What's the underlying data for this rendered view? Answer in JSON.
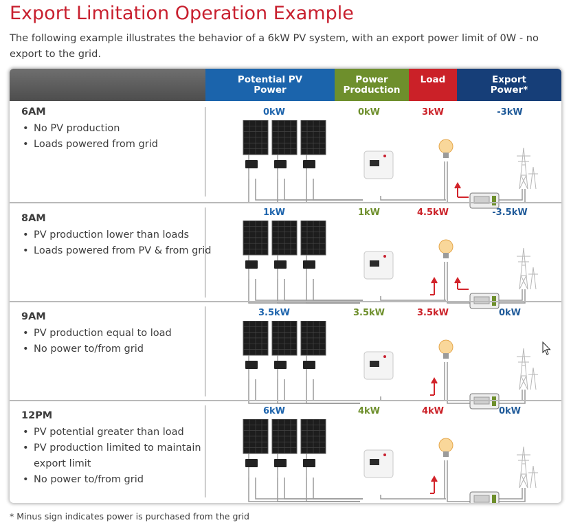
{
  "title": "Export Limitation Operation Example",
  "intro": "The following example illustrates the behavior of a 6kW PV system, with an export power limit of 0W - no export to the grid.",
  "headers": {
    "pv": [
      "Potential PV",
      "Power"
    ],
    "production": [
      "Power",
      "Production"
    ],
    "load": [
      "Load"
    ],
    "export": [
      "Export",
      "Power*"
    ]
  },
  "rows": [
    {
      "time": "6AM",
      "bullets": [
        "No PV production",
        "Loads powered from grid"
      ],
      "pv": "0kW",
      "production": "0kW",
      "load": "3kW",
      "export": "-3kW"
    },
    {
      "time": "8AM",
      "bullets": [
        "PV production lower than loads",
        "Loads powered from PV & from grid"
      ],
      "pv": "1kW",
      "production": "1kW",
      "load": "4.5kW",
      "export": "-3.5kW"
    },
    {
      "time": "9AM",
      "bullets": [
        "PV production equal to load",
        "No power to/from grid"
      ],
      "pv": "3.5kW",
      "production": "3.5kW",
      "load": "3.5kW",
      "export": "0kW"
    },
    {
      "time": "12PM",
      "bullets": [
        "PV potential greater than load",
        "PV production limited to maintain export limit",
        "No power to/from grid"
      ],
      "pv": "6kW",
      "production": "4kW",
      "load": "4kW",
      "export": "0kW"
    }
  ],
  "footnote": "* Minus sign indicates power is purchased from the grid",
  "colors": {
    "title": "#c8202f",
    "pv": "#1b64ac",
    "production": "#6e8f2c",
    "load": "#cb2128",
    "export": "#163e78"
  },
  "icons": [
    "solar-panel-icon",
    "inverter-icon",
    "light-bulb-icon",
    "meter-icon",
    "transmission-tower-icon",
    "arrow-up-icon",
    "mouse-cursor-icon"
  ]
}
